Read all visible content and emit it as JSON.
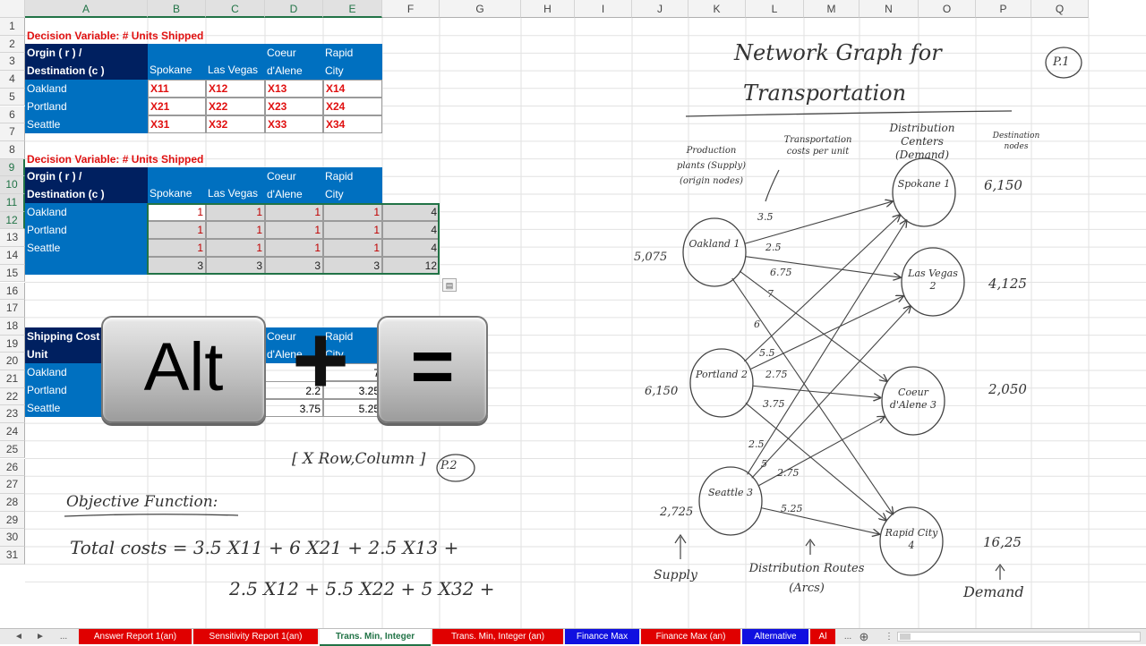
{
  "columns": [
    "A",
    "B",
    "C",
    "D",
    "E",
    "F",
    "G",
    "H",
    "I",
    "J",
    "K",
    "L",
    "M",
    "N",
    "O",
    "P",
    "Q"
  ],
  "rows": [
    "1",
    "2",
    "3",
    "4",
    "5",
    "6",
    "7",
    "8",
    "9",
    "10",
    "11",
    "12",
    "13",
    "14",
    "15",
    "16",
    "17",
    "18",
    "19",
    "20",
    "21",
    "22",
    "23",
    "24",
    "25",
    "26",
    "27",
    "28",
    "29",
    "30",
    "31"
  ],
  "table1": {
    "title": "Decision Variable: # Units Shipped",
    "header_left_1": "Orgin ( r ) /",
    "header_left_2": "Destination (c )",
    "destinations": [
      "Spokane",
      "Las Vegas",
      "Coeur",
      "d'Alene",
      "Rapid",
      "City"
    ],
    "origins": [
      "Oakland",
      "Portland",
      "Seattle"
    ],
    "vars": [
      [
        "X11",
        "X12",
        "X13",
        "X14"
      ],
      [
        "X21",
        "X22",
        "X23",
        "X24"
      ],
      [
        "X31",
        "X32",
        "X33",
        "X34"
      ]
    ]
  },
  "table2": {
    "title": "Decision Variable: # Units Shipped",
    "header_left_1": "Orgin ( r ) /",
    "header_left_2": "Destination (c )",
    "destinations": [
      "Spokane",
      "Las Vegas",
      "Coeur",
      "d'Alene",
      "Rapid",
      "City"
    ],
    "origins": [
      "Oakland",
      "Portland",
      "Seattle"
    ],
    "values": [
      [
        "1",
        "1",
        "1",
        "1",
        "4"
      ],
      [
        "1",
        "1",
        "1",
        "1",
        "4"
      ],
      [
        "1",
        "1",
        "1",
        "1",
        "4"
      ],
      [
        "3",
        "3",
        "3",
        "3",
        "12"
      ]
    ]
  },
  "table3": {
    "header_1": "Shipping Cost",
    "header_2": "Unit",
    "dest_c_1": "Coeur",
    "dest_c_2": "d'Alene",
    "dest_d_1": "Rapid",
    "dest_d_2": "City",
    "origins": [
      "Oakland",
      "Portland",
      "Seattle"
    ],
    "visible_values": [
      "7",
      "2.2",
      "3.25",
      "3.75",
      "5.25"
    ]
  },
  "keys": {
    "alt": "Alt",
    "plus": "+",
    "equals": "="
  },
  "handwriting": {
    "graph_title_1": "Network Graph for",
    "graph_title_2": "Transportation",
    "page1": "P.1",
    "page2": "P.2",
    "xrc": "[ X Row,Column ]",
    "production": "Production plants (Supply) (origin nodes)",
    "transport": "Transportation costs per unit",
    "distribution": "Distribution Centers (Demand)",
    "dest_nodes": "Destination nodes",
    "supply_values": [
      "5,075",
      "6,150",
      "2,725"
    ],
    "demand_values": [
      "6,150",
      "4,125",
      "2,050",
      "16,25"
    ],
    "nodes": [
      "Oakland 1",
      "Portland 2",
      "Seattle 3",
      "Spokane 1",
      "Las Vegas 2",
      "Coeur d'Alene 3",
      "Rapid City 4"
    ],
    "costs": [
      "3.5",
      "2.5",
      "6.75",
      "7",
      "6",
      "5.5",
      "2.75",
      "3.75",
      "2.5",
      "5",
      "2.75",
      "5.25"
    ],
    "supply_label": "Supply",
    "arcs_label": "Distribution Routes (Arcs)",
    "demand_label": "Demand",
    "objective": "Objective Function:",
    "formula_1": "Total costs = 3.5 X11 + 6 X21 + 2.5 X13 +",
    "formula_2": "2.5 X12 + 5.5 X22 + 5 X32 +"
  },
  "tabs": [
    "Answer Report 1(an)",
    "Sensitivity Report 1(an)",
    "Trans. Min, Integer",
    "Trans. Min, Integer (an)",
    "Finance Max",
    "Finance Max (an)",
    "Alternative",
    "Al"
  ],
  "nav": {
    "prev": "◄",
    "next": "►",
    "more": "...",
    "add": "⊕"
  },
  "colors": {
    "header_blue": "#0070c0",
    "dark_navy": "#002060",
    "red_text": "#e01010",
    "tab_red": "#e00000",
    "tab_blue": "#1010e0",
    "excel_green": "#217346"
  }
}
